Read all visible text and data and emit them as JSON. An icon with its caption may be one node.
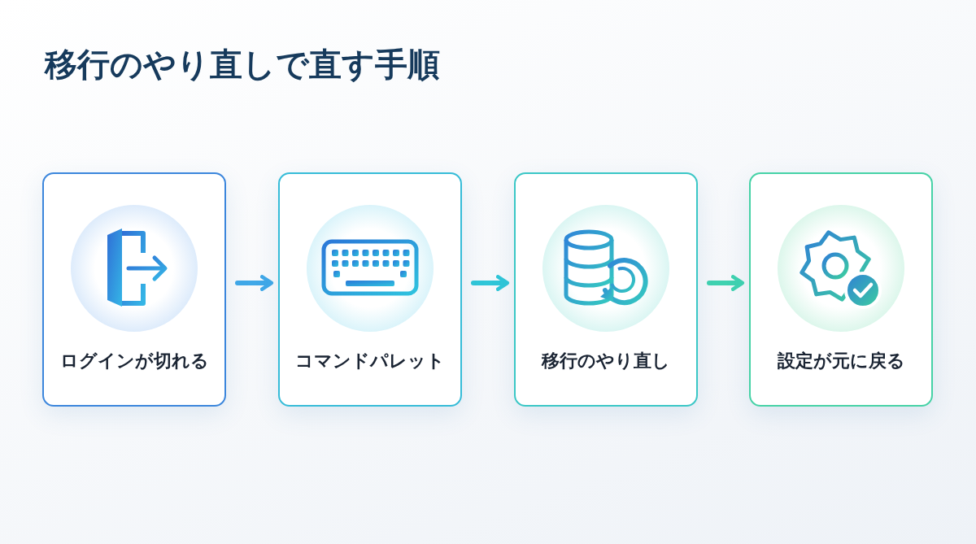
{
  "diagram": {
    "title": "移行のやり直しで直す手順",
    "nodes": [
      {
        "text": [
          "ログインが切れる"
        ]
      },
      {
        "text": [
          "コマンドパレット"
        ]
      },
      {
        "text": [
          "移行のやり直し"
        ]
      },
      {
        "text": [
          "設定が元に戻る"
        ]
      }
    ],
    "edges": [
      {
        "from": 0,
        "to": 1,
        "arrow": "to"
      },
      {
        "from": 1,
        "to": 2,
        "arrow": "to"
      },
      {
        "from": 2,
        "to": 3,
        "arrow": "to"
      }
    ]
  }
}
